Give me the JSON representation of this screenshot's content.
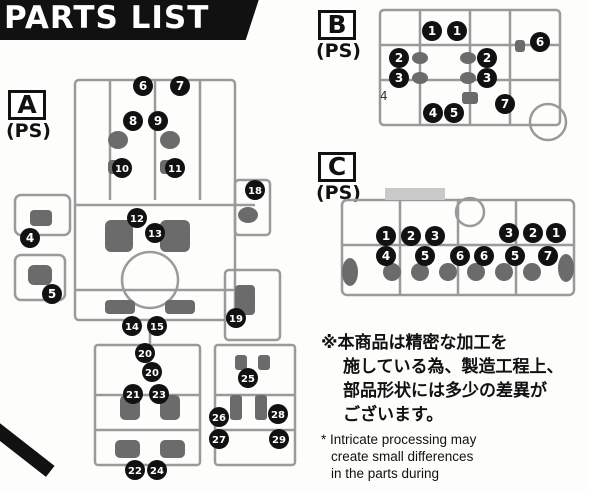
{
  "banner": {
    "title": "PARTS LIST"
  },
  "sections": {
    "a": {
      "letter": "A",
      "sub": "(PS)"
    },
    "b": {
      "letter": "B",
      "sub": "(PS)"
    },
    "c": {
      "letter": "C",
      "sub": "(PS)"
    }
  },
  "runner_a_labels": [
    {
      "n": "6"
    },
    {
      "n": "7"
    },
    {
      "n": "8"
    },
    {
      "n": "9"
    },
    {
      "n": "10"
    },
    {
      "n": "11"
    },
    {
      "n": "18"
    },
    {
      "n": "12"
    },
    {
      "n": "13"
    },
    {
      "n": "4"
    },
    {
      "n": "5"
    },
    {
      "n": "19"
    },
    {
      "n": "14"
    },
    {
      "n": "15"
    },
    {
      "n": "20"
    },
    {
      "n": "20"
    },
    {
      "n": "21"
    },
    {
      "n": "23"
    },
    {
      "n": "25"
    },
    {
      "n": "26"
    },
    {
      "n": "28"
    },
    {
      "n": "27"
    },
    {
      "n": "29"
    },
    {
      "n": "22"
    },
    {
      "n": "24"
    }
  ],
  "runner_b_labels": [
    {
      "n": "1"
    },
    {
      "n": "1"
    },
    {
      "n": "6"
    },
    {
      "n": "2"
    },
    {
      "n": "2"
    },
    {
      "n": "3"
    },
    {
      "n": "3"
    },
    {
      "n": "4"
    },
    {
      "n": "5"
    },
    {
      "n": "7"
    }
  ],
  "runner_b_small": {
    "text": "4"
  },
  "runner_c_labels": [
    {
      "n": "1"
    },
    {
      "n": "2"
    },
    {
      "n": "3"
    },
    {
      "n": "3"
    },
    {
      "n": "2"
    },
    {
      "n": "1"
    },
    {
      "n": "4"
    },
    {
      "n": "5"
    },
    {
      "n": "6"
    },
    {
      "n": "6"
    },
    {
      "n": "5"
    },
    {
      "n": "7"
    }
  ],
  "note": {
    "jp": [
      "※本商品は精密な加工を",
      "施している為、製造工程上、",
      "部品形状には多少の差異が",
      "ございます。"
    ],
    "en": [
      "* Intricate processing may",
      "create small differences",
      "in the parts during"
    ]
  },
  "colors": {
    "label_bg": "#111111",
    "label_fg": "#ffffff",
    "runner": "#9a9a9a",
    "part": "#6b6b6b"
  }
}
